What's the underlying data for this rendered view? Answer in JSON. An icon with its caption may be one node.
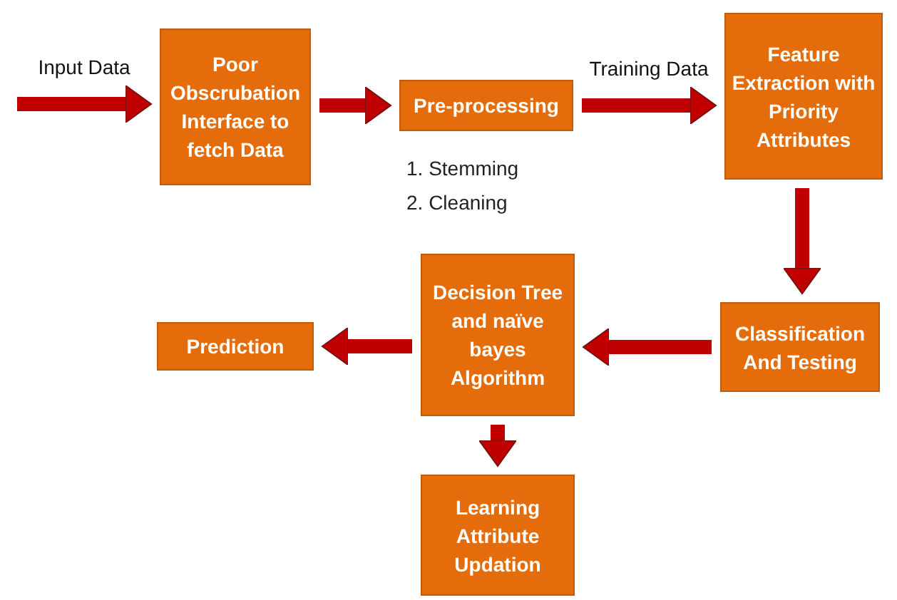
{
  "diagram": {
    "nodes": [
      {
        "text": [
          "Poor Obscrubation Interface to fetch Data"
        ]
      },
      {
        "text": [
          "Pre-processing"
        ],
        "beside": [
          "1. Stemming",
          "2. Cleaning"
        ]
      },
      {
        "text": [
          "Feature Extraction with Priority Attributes"
        ]
      },
      {
        "text": [
          "Classification And Testing"
        ]
      },
      {
        "text": [
          "Decision Tree and naïve bayes Algorithm"
        ]
      },
      {
        "text": [
          "Prediction"
        ]
      },
      {
        "text": [
          "Learning Attribute Updation"
        ]
      }
    ],
    "edges": [
      {
        "from": null,
        "to": 0,
        "arrow": "to",
        "label": "Input Data"
      },
      {
        "from": 0,
        "to": 1,
        "arrow": "to"
      },
      {
        "from": 1,
        "to": 2,
        "arrow": "to",
        "label": "Training Data"
      },
      {
        "from": 2,
        "to": 3,
        "arrow": "to"
      },
      {
        "from": 3,
        "to": 4,
        "arrow": "to"
      },
      {
        "from": 4,
        "to": 5,
        "arrow": "to"
      },
      {
        "from": 4,
        "to": 6,
        "arrow": "to"
      }
    ]
  }
}
